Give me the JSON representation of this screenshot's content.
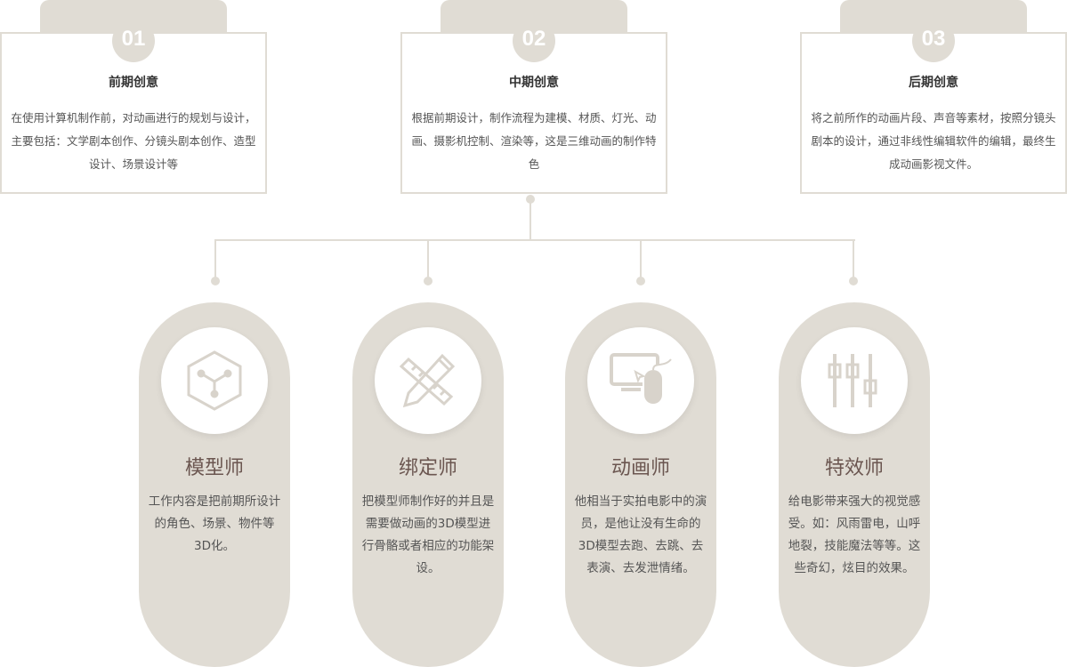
{
  "phases": [
    {
      "number": "01",
      "title": "前期创意",
      "text": "在使用计算机制作前，对动画进行的规划与设计，主要包括：文学剧本创作、分镜头剧本创作、造型设计、场景设计等"
    },
    {
      "number": "02",
      "title": "中期创意",
      "text": "根据前期设计，制作流程为建模、材质、灯光、动画、摄影机控制、渲染等，这是三维动画的制作特色"
    },
    {
      "number": "03",
      "title": "后期创意",
      "text": "将之前所作的动画片段、声音等素材，按照分镜头剧本的设计，通过非线性编辑软件的编辑，最终生成动画影视文件。"
    }
  ],
  "roles": [
    {
      "icon": "cube-icon",
      "title": "模型师",
      "text": "工作内容是把前期所设计的角色、场景、物件等3D化。"
    },
    {
      "icon": "ruler-pencil-icon",
      "title": "绑定师",
      "text": "把模型师制作好的并且是需要做动画的3D模型进行骨骼或者相应的功能架设。"
    },
    {
      "icon": "computer-mouse-icon",
      "title": "动画师",
      "text": "他相当于实拍电影中的演员，是他让没有生命的3D模型去跑、去跳、去表演、去发泄情绪。"
    },
    {
      "icon": "sliders-icon",
      "title": "特效师",
      "text": "给电影带来强大的视觉感受。如：风雨雷电，山呼地裂，技能魔法等等。这些奇幻，炫目的效果。"
    }
  ],
  "colors": {
    "accent": "#e0dcd4",
    "title": "#6b5650"
  }
}
